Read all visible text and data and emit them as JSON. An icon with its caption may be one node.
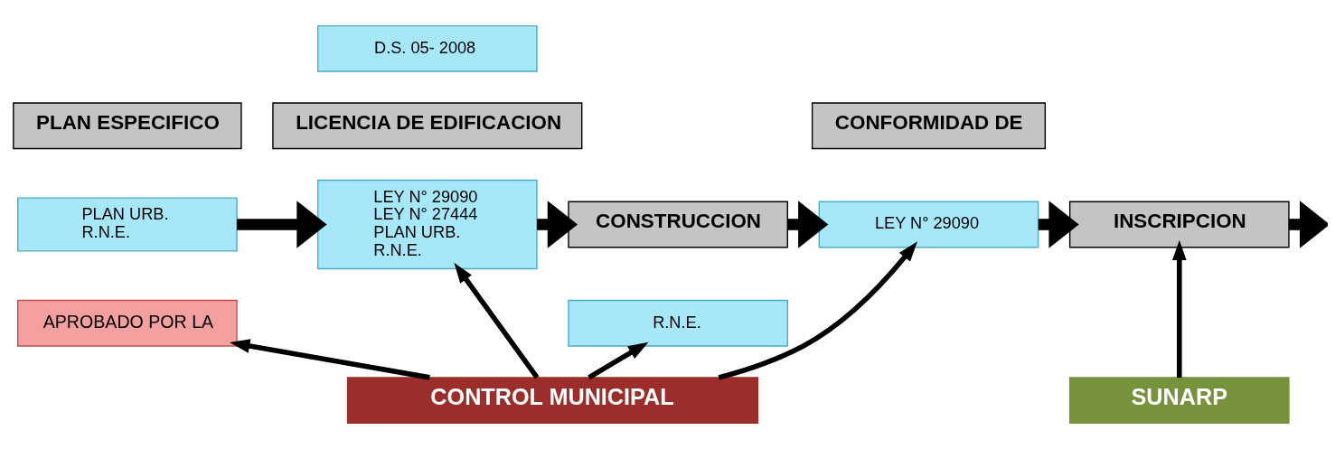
{
  "diagram": {
    "nodes": [
      {
        "text": [
          "PLAN ESPECIFICO"
        ]
      },
      {
        "text": [
          "PLAN URB.",
          "R.N.E."
        ]
      },
      {
        "text": [
          "APROBADO POR LA"
        ]
      },
      {
        "text": [
          "D.S. 05- 2008"
        ]
      },
      {
        "text": [
          "LICENCIA DE EDIFICACION"
        ]
      },
      {
        "text": [
          "LEY N° 29090",
          "LEY N° 27444",
          "PLAN URB.",
          "R.N.E."
        ]
      },
      {
        "text": [
          "CONSTRUCCION"
        ]
      },
      {
        "text": [
          "R.N.E."
        ]
      },
      {
        "text": [
          "CONFORMIDAD DE"
        ]
      },
      {
        "text": [
          "LEY N° 29090"
        ]
      },
      {
        "text": [
          "INSCRIPCION"
        ]
      },
      {
        "text": [
          "CONTROL MUNICIPAL"
        ]
      },
      {
        "text": [
          "SUNARP"
        ]
      }
    ],
    "edges": [
      {
        "from": 1,
        "to": 5,
        "arrow": "to",
        "style": "thick"
      },
      {
        "from": 5,
        "to": 6,
        "arrow": "to",
        "style": "thick"
      },
      {
        "from": 6,
        "to": 9,
        "arrow": "to",
        "style": "thick"
      },
      {
        "from": 9,
        "to": 10,
        "arrow": "to",
        "style": "thick"
      },
      {
        "from": 10,
        "to": null,
        "arrow": "to",
        "style": "thick"
      },
      {
        "from": 11,
        "to": 2,
        "arrow": "to"
      },
      {
        "from": 11,
        "to": 5,
        "arrow": "to"
      },
      {
        "from": 11,
        "to": 7,
        "arrow": "to"
      },
      {
        "from": 11,
        "to": 9,
        "arrow": "to"
      },
      {
        "from": 12,
        "to": 10,
        "arrow": "to"
      }
    ]
  }
}
